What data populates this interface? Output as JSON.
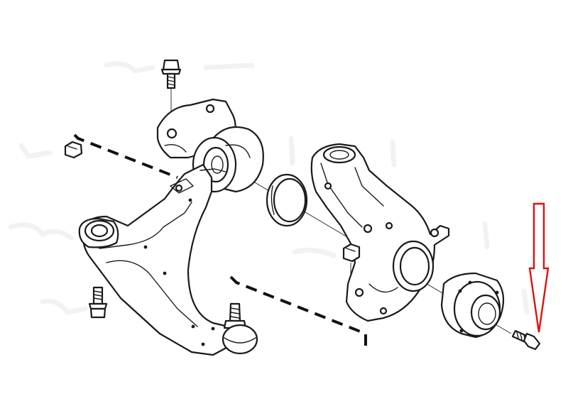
{
  "diagram": {
    "type": "exploded-parts-view",
    "parts": [
      "control-arm-bolt-top",
      "control-arm-nut-left",
      "control-arm-bolt-bottom",
      "lower-control-arm",
      "control-arm-bushing",
      "ball-joint",
      "dust-seal-ring",
      "steering-knuckle",
      "knuckle-nut",
      "wheel-hub",
      "hub-bolt"
    ],
    "highlight": {
      "color": "#e01010",
      "points_to": "hub-bolt"
    },
    "colors": {
      "line": "#1a1a1a",
      "background": "#ffffff",
      "arrow": "#e01010"
    }
  }
}
